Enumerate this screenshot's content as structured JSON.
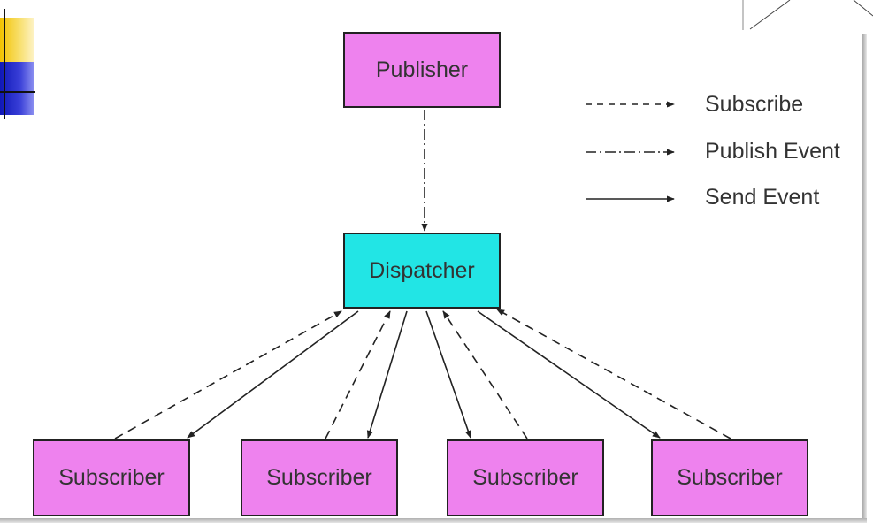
{
  "nodes": {
    "publisher": "Publisher",
    "dispatcher": "Dispatcher",
    "subscribers": [
      "Subscriber",
      "Subscriber",
      "Subscriber",
      "Subscriber"
    ]
  },
  "legend": {
    "subscribe": "Subscribe",
    "publish_event": "Publish Event",
    "send_event": "Send Event"
  },
  "colors": {
    "publisher_fill": "#ee82ee",
    "dispatcher_fill": "#22e5e5",
    "subscriber_fill": "#ee82ee",
    "deco_yellow": "#f2c200",
    "deco_blue": "#1018b8"
  }
}
